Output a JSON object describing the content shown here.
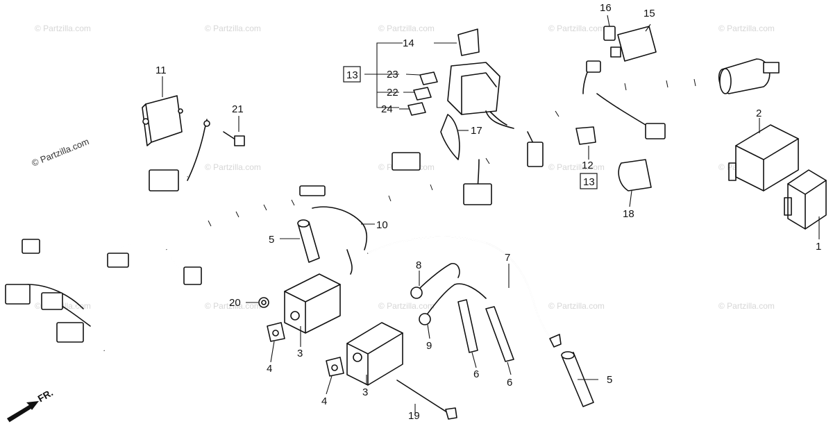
{
  "watermark": "© Partzilla.com",
  "callouts": {
    "c1": "1",
    "c2": "2",
    "c3a": "3",
    "c3b": "3",
    "c4a": "4",
    "c4b": "4",
    "c5a": "5",
    "c5b": "5",
    "c6a": "6",
    "c6b": "6",
    "c7": "7",
    "c8": "8",
    "c9": "9",
    "c10": "10",
    "c11": "11",
    "c12": "12",
    "c13a": "13",
    "c13b": "13",
    "c14": "14",
    "c15": "15",
    "c16": "16",
    "c17": "17",
    "c18": "18",
    "c19": "19",
    "c20": "20",
    "c21": "21",
    "c22": "22",
    "c23": "23",
    "c24": "24"
  },
  "direction_label": "FR."
}
